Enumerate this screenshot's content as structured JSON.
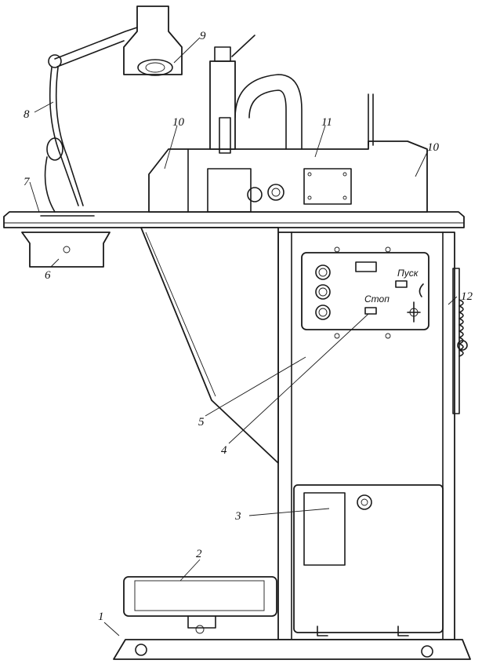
{
  "figure": {
    "labels": [
      "1",
      "2",
      "3",
      "4",
      "5",
      "6",
      "7",
      "8",
      "9",
      "10",
      "10",
      "11",
      "12"
    ],
    "panel": {
      "start_label": "Пуск",
      "stop_label": "Стоп"
    }
  }
}
